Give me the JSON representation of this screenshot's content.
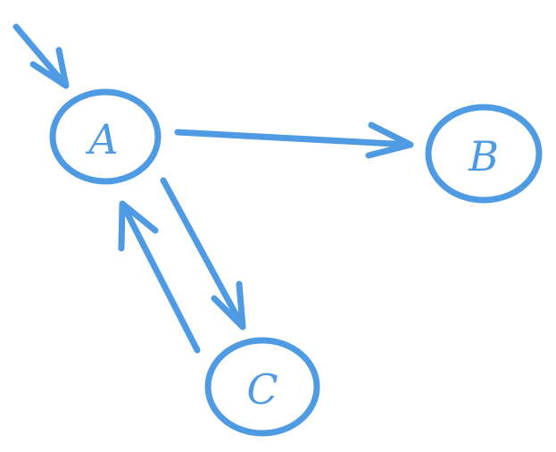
{
  "diagram": {
    "type": "state-machine",
    "color": "#4f9be3",
    "nodes": [
      {
        "id": "A",
        "label": "A",
        "initial": true
      },
      {
        "id": "B",
        "label": "B"
      },
      {
        "id": "C",
        "label": "C"
      }
    ],
    "edges": [
      {
        "from": "A",
        "to": "B"
      },
      {
        "from": "A",
        "to": "C"
      },
      {
        "from": "C",
        "to": "A"
      }
    ]
  }
}
